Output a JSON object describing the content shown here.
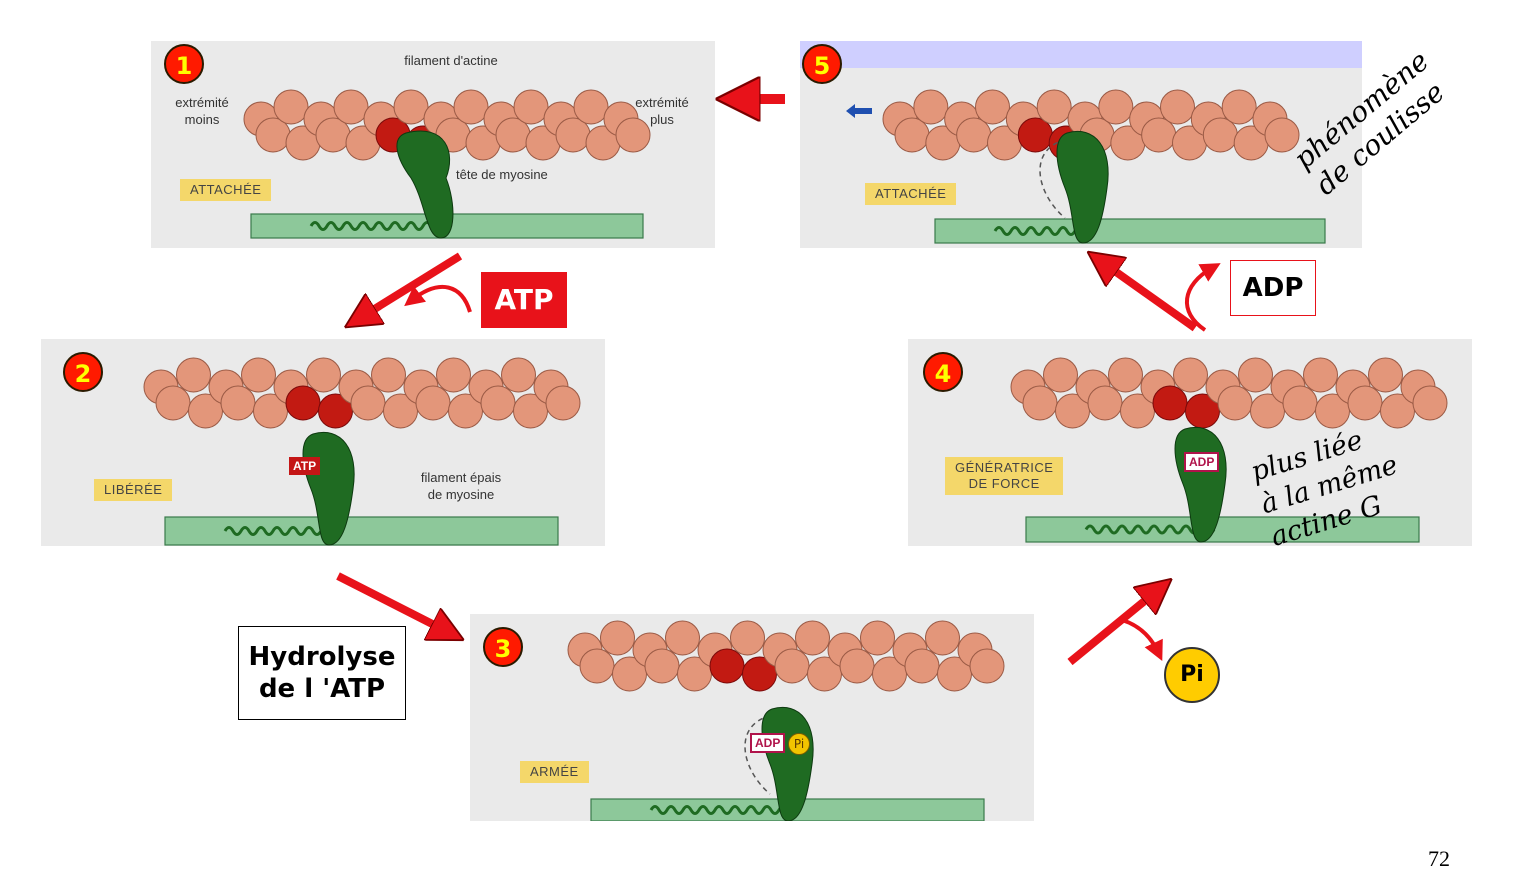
{
  "panels": [
    {
      "number": "1",
      "state": "ATTACHÉE",
      "labels": {
        "actin": "filament d'actine",
        "minus_end": "extrémité\nmoins",
        "plus_end": "extrémité\nplus",
        "myosin_head": "tête de myosine"
      }
    },
    {
      "number": "2",
      "state": "LIBÉRÉE",
      "tag": "ATP",
      "labels": {
        "thick_filament": "filament épais\nde myosine"
      }
    },
    {
      "number": "3",
      "state": "ARMÉE",
      "tag": "ADP",
      "pi_tag": "Pi"
    },
    {
      "number": "4",
      "state": "GÉNÉRATRICE\nDE FORCE",
      "tag": "ADP"
    },
    {
      "number": "5",
      "state": "ATTACHÉE"
    }
  ],
  "callouts": {
    "atp": "ATP",
    "hydrolysis": "Hydrolyse\nde l 'ATP",
    "pi": "Pi",
    "adp": "ADP"
  },
  "handwritten": {
    "top_right": "phénomène\nde coulisse",
    "panel4_note": "plus liée\nà la même\nactine G"
  },
  "page_number": "72",
  "colors": {
    "actin": "#e3967a",
    "actin_bound": "#c21a12",
    "myosin_head": "#1f6b22",
    "thick_filament": "#8dc89a",
    "arrow": "#e8121a",
    "badge": "#ff1a00"
  }
}
